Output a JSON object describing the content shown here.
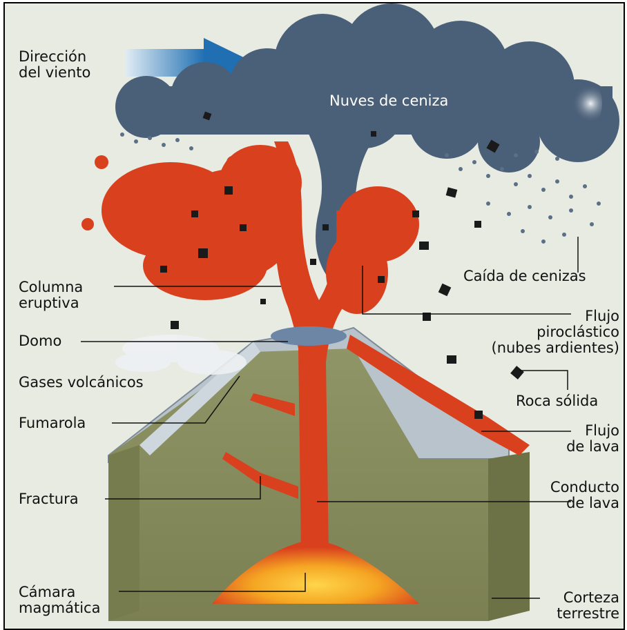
{
  "labels": {
    "wind_direction": [
      "Dirección",
      "del viento"
    ],
    "ash_clouds": "Nuves de ceniza",
    "ash_fall": "Caída de cenizas",
    "eruptive_column": [
      "Columna",
      "eruptiva"
    ],
    "pyroclastic_flow": [
      "Flujo",
      "piroclástico",
      "(nubes ardientes)"
    ],
    "dome": "Domo",
    "volcanic_gases": "Gases volcánicos",
    "solid_rock": "Roca sólida",
    "fumarole": "Fumarola",
    "lava_flow": [
      "Flujo",
      "de lava"
    ],
    "fracture": "Fractura",
    "lava_conduit": [
      "Conducto",
      "de lava"
    ],
    "magma_chamber": [
      "Cámara",
      "magmática"
    ],
    "earth_crust": [
      "Corteza",
      "terrestre"
    ]
  },
  "colors": {
    "lava": "#d9401e",
    "magma_glow": "#f5a623",
    "ash_cloud": "#4a5f78",
    "crust": "#8b9162",
    "crust_top": "#b8c3cc",
    "background": "#e7ebe2"
  }
}
